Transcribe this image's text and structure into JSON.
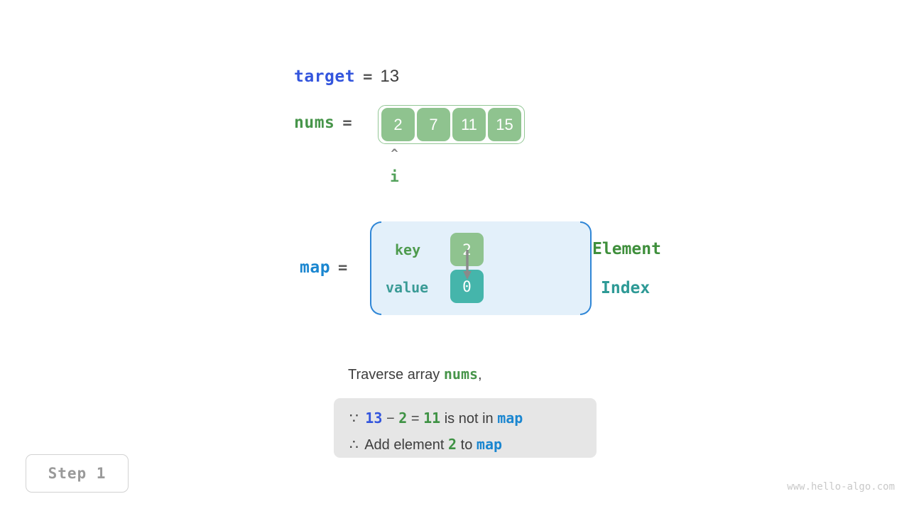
{
  "target": {
    "name": "target",
    "equals": "=",
    "value": "13"
  },
  "nums": {
    "name": "nums",
    "equals": "=",
    "values": [
      "2",
      "7",
      "11",
      "15"
    ],
    "pointer": {
      "caret": "^",
      "label": "i",
      "index": 0
    }
  },
  "map": {
    "name": "map",
    "equals": "=",
    "key_label": "key",
    "value_label": "value",
    "key_cell": "2",
    "value_cell": "0",
    "key_side_label": "Element",
    "value_side_label": "Index"
  },
  "description": {
    "traverse_prefix": "Traverse array",
    "traverse_var": "nums",
    "traverse_suffix": ",",
    "line1": {
      "symbol": "∵",
      "target": "13",
      "minus": "−",
      "num": "2",
      "equals": "=",
      "result": "11",
      "text": "is not in",
      "map": "map"
    },
    "line2": {
      "symbol": "∴",
      "text_before": "Add element",
      "num": "2",
      "text_mid": "to",
      "map": "map"
    }
  },
  "step": {
    "label": "Step 1"
  },
  "watermark": {
    "text": "www.hello-algo.com"
  },
  "colors": {
    "target_blue": "#3355dd",
    "map_blue": "#1a86d0",
    "nums_green": "#47954a",
    "cell_green": "#8fc38f",
    "cell_teal": "#45b5ab",
    "map_bg": "#e3f0fa",
    "map_border": "#2f86d6",
    "explain_bg": "#e6e6e6",
    "element_green": "#3f8f3c",
    "index_teal": "#2e9a96"
  }
}
